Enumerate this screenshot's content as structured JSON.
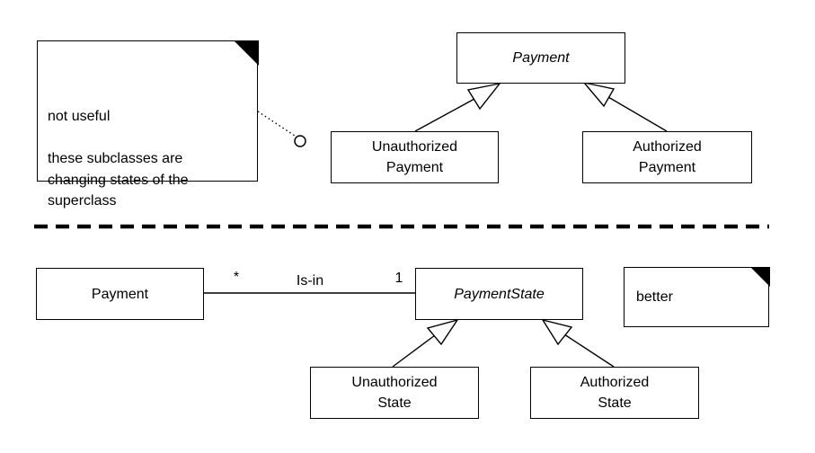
{
  "colors": {
    "ink": "#000000",
    "background": "#ffffff"
  },
  "top": {
    "note": {
      "text": "not useful\n\nthese subclasses are\nchanging states of the\nsuperclass"
    },
    "superclass": "Payment",
    "left_subclass": "Unauthorized\nPayment",
    "right_subclass": "Authorized\nPayment"
  },
  "bottom": {
    "payment_class": "Payment",
    "association": {
      "left_multiplicity": "*",
      "name": "Is-in",
      "right_multiplicity": "1"
    },
    "state_class": "PaymentState",
    "left_subclass": "Unauthorized\nState",
    "right_subclass": "Authorized\nState",
    "note": {
      "text": "better"
    }
  }
}
